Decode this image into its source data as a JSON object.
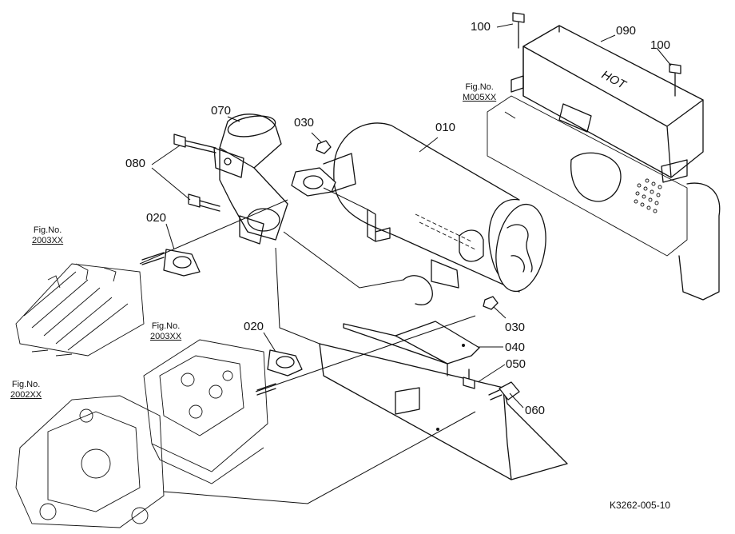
{
  "parts": {
    "p010": "010",
    "p020a": "020",
    "p020b": "020",
    "p030a": "030",
    "p030b": "030",
    "p040": "040",
    "p050": "050",
    "p060": "060",
    "p070": "070",
    "p080": "080",
    "p090": "090",
    "p100a": "100",
    "p100b": "100"
  },
  "figrefs": {
    "m005": {
      "caption": "Fig.No.",
      "number": "M005XX"
    },
    "f2003a": {
      "caption": "Fig.No.",
      "number": "2003XX"
    },
    "f2003b": {
      "caption": "Fig.No.",
      "number": "2003XX"
    },
    "f2002": {
      "caption": "Fig.No.",
      "number": "2002XX"
    }
  },
  "heat_shield_marking": "HOT",
  "drawing_code": "K3262-005-10"
}
